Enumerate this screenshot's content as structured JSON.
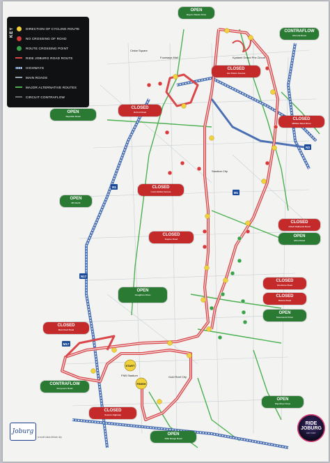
{
  "key": {
    "title": "KEY",
    "items": [
      {
        "label": "DIRECTION OF CYCLING ROUTE",
        "symbol": "dot",
        "color": "#f2d23c"
      },
      {
        "label": "NO CROSSING OF ROAD",
        "symbol": "dot",
        "color": "#d63a3a"
      },
      {
        "label": "ROUTE CROSSING POINT",
        "symbol": "dot",
        "color": "#3aa34a"
      },
      {
        "label": "RIDE JOBURG ROAD ROUTE",
        "symbol": "line",
        "color": "#d9474a"
      },
      {
        "label": "HIGHWAYS",
        "symbol": "rail",
        "color": "#4a6fb3"
      },
      {
        "label": "MAIN ROADS",
        "symbol": "line",
        "color": "#9aa4ad"
      },
      {
        "label": "MAJOR ALTERNATIVE ROUTES",
        "symbol": "line",
        "color": "#4caf50"
      },
      {
        "label": "CIRCUIT CONTRAFLOW",
        "symbol": "line",
        "color": "#6b6b6b"
      }
    ]
  },
  "tags": [
    {
      "id": "open-top",
      "label": "OPEN",
      "sub": "Beyers Naude Drive",
      "kind": "open"
    },
    {
      "id": "contraflow-top",
      "label": "CONTRAFLOW",
      "sub": "Rivonia Road",
      "kind": "contra"
    },
    {
      "id": "closed-1",
      "label": "CLOSED",
      "sub": "Jan Smuts Avenue",
      "kind": "closed"
    },
    {
      "id": "closed-2",
      "label": "CLOSED",
      "sub": "Oxford Road",
      "kind": "closed"
    },
    {
      "id": "open-left-1",
      "label": "OPEN",
      "sub": "Republic Road",
      "kind": "open"
    },
    {
      "id": "closed-right-1",
      "label": "CLOSED",
      "sub": "William Nicol Drive",
      "kind": "closed"
    },
    {
      "id": "closed-mid",
      "label": "CLOSED",
      "sub": "Louis Botha Avenue",
      "kind": "closed"
    },
    {
      "id": "open-left-2",
      "label": "OPEN",
      "sub": "M1 North",
      "kind": "open"
    },
    {
      "id": "closed-right-2",
      "label": "CLOSED",
      "sub": "Atholl Oaklands Road",
      "kind": "closed"
    },
    {
      "id": "open-right-1",
      "label": "OPEN",
      "sub": "Athol Road",
      "kind": "open"
    },
    {
      "id": "closed-mid-2",
      "label": "CLOSED",
      "sub": "Empire Road",
      "kind": "closed"
    },
    {
      "id": "open-left-3",
      "label": "OPEN",
      "sub": "Houghton Drive",
      "kind": "open"
    },
    {
      "id": "closed-right-3",
      "label": "CLOSED",
      "sub": "Glenhove Road",
      "kind": "closed"
    },
    {
      "id": "closed-right-4",
      "label": "CLOSED",
      "sub": "Riviera Road",
      "kind": "closed"
    },
    {
      "id": "open-right-2",
      "label": "OPEN",
      "sub": "Saxonwold Drive",
      "kind": "open"
    },
    {
      "id": "closed-left-1",
      "label": "CLOSED",
      "sub": "Main Reef Road",
      "kind": "closed"
    },
    {
      "id": "contraflow-bottom",
      "label": "CONTRAFLOW",
      "sub": "Booysens Road",
      "kind": "contra"
    },
    {
      "id": "open-right-3",
      "label": "OPEN",
      "sub": "Klip River Drive",
      "kind": "open"
    },
    {
      "id": "closed-bottom",
      "label": "CLOSED",
      "sub": "Soweto Highway",
      "kind": "closed"
    },
    {
      "id": "open-bottom",
      "label": "OPEN",
      "sub": "Rifle Range Road",
      "kind": "open"
    }
  ],
  "places": [
    {
      "id": "fourways",
      "label": "Fourways Mall"
    },
    {
      "id": "kyalami",
      "label": "Kyalami Grand Prix Circuit"
    },
    {
      "id": "cedar",
      "label": "Cedar Square"
    },
    {
      "id": "sandton",
      "label": "Sandton City"
    },
    {
      "id": "gold-reef",
      "label": "Gold Reef City"
    },
    {
      "id": "fnb",
      "label": "FNB Stadium"
    },
    {
      "id": "start",
      "label": "START"
    },
    {
      "id": "finish",
      "label": "FINISH"
    },
    {
      "id": "m1",
      "label": "M1"
    },
    {
      "id": "n1",
      "label": "N1"
    },
    {
      "id": "n3",
      "label": "N3"
    },
    {
      "id": "m17",
      "label": "M17"
    },
    {
      "id": "n17",
      "label": "N17"
    }
  ],
  "branding": {
    "city_logo": "Joburg",
    "city_tagline": "a world class African city",
    "event_line1": "RIDE",
    "event_line2": "JOBURG",
    "event_year": "EST 1997"
  }
}
